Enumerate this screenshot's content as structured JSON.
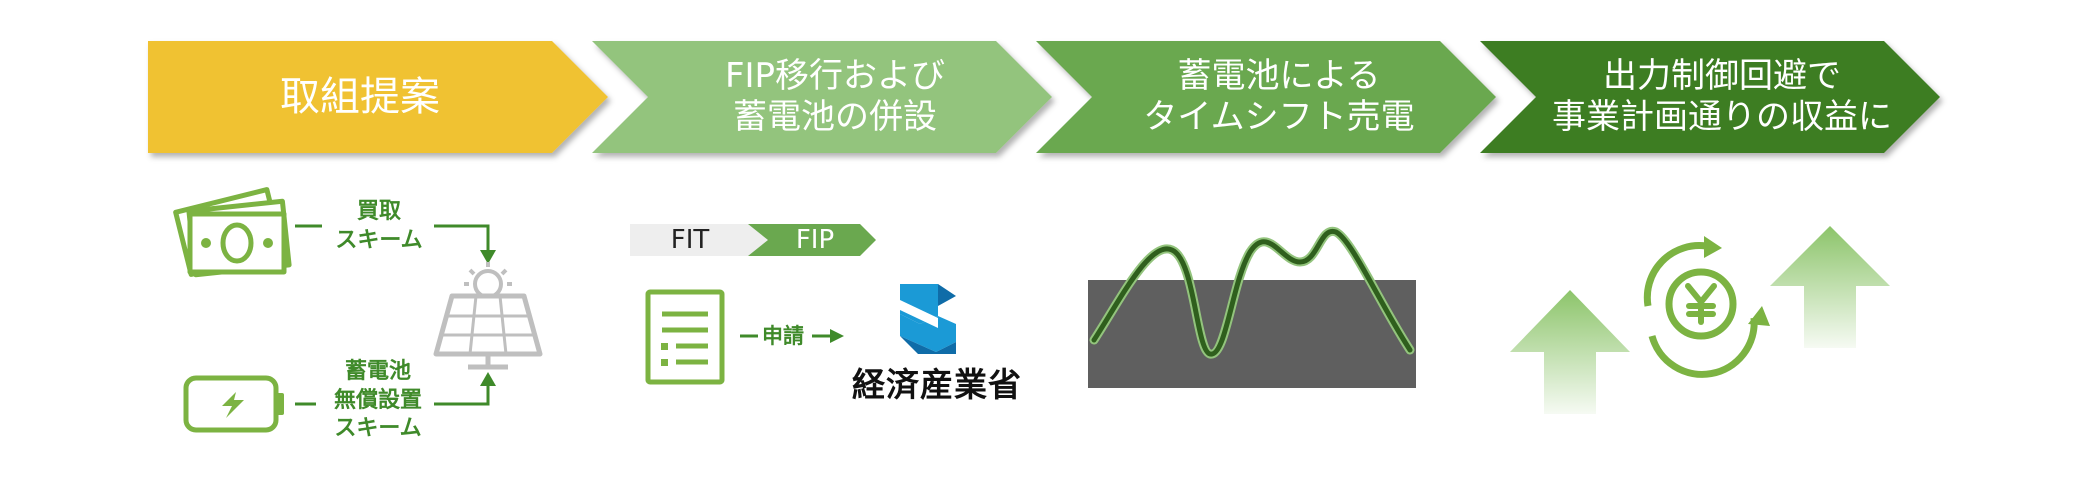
{
  "steps": [
    {
      "lines": [
        "取組提案"
      ],
      "color": "#f0c232"
    },
    {
      "lines": [
        "FIP移行および",
        "蓄電池の併設"
      ],
      "color": "#93c47d"
    },
    {
      "lines": [
        "蓄電池による",
        "タイムシフト売電"
      ],
      "color": "#6aa84f"
    },
    {
      "lines": [
        "出力制御回避で",
        "事業計画通りの収益に"
      ],
      "color": "#3e7d24"
    }
  ],
  "scheme": {
    "purchase_lines": [
      "買取",
      "スキーム"
    ],
    "battery_lines": [
      "蓄電池",
      "無償設置",
      "スキーム"
    ]
  },
  "fip": {
    "fit_label": "FIT",
    "fip_label": "FIP",
    "apply_label": "申請",
    "ministry_name": "経済産業省"
  },
  "icons": {
    "money": "money-icon",
    "solar": "solar-panel-icon",
    "battery": "battery-icon",
    "document": "document-icon",
    "ministry": "meti-logo-icon",
    "yen_cycle": "yen-cycle-icon",
    "arrow_up": "arrow-up-icon"
  },
  "colors": {
    "accent": "#3f8a2a",
    "light_green": "#93c47d",
    "mid_green": "#6aa84f",
    "dark_green": "#3e7d24",
    "gold": "#f0c232",
    "panel_gray": "#5f5f5f",
    "logo_blue": "#1b9ad6"
  }
}
